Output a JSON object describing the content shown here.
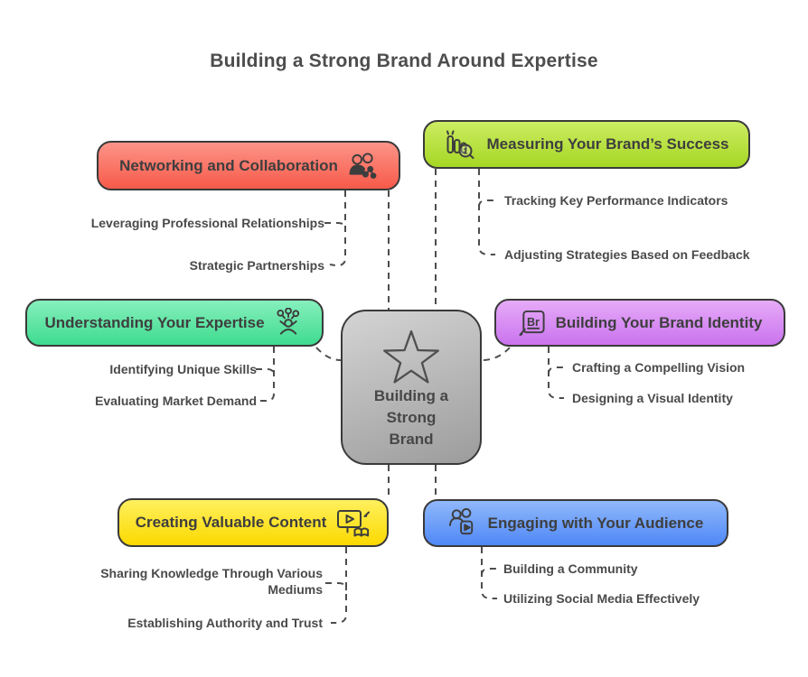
{
  "title": "Building a Strong Brand Around Expertise",
  "center": {
    "lines": [
      "Building a",
      "Strong",
      "Brand"
    ],
    "icon": "star-icon",
    "color": "#b8b8b8"
  },
  "colors": {
    "border": "#3a3a3a",
    "connector": "#4d4d4d",
    "text": "#3e3e3e"
  },
  "branches": [
    {
      "label": "Networking and Collaboration",
      "icon": "people-network-icon",
      "color": "#f87163",
      "children": [
        "Leveraging Professional Relationships",
        "Strategic Partnerships"
      ]
    },
    {
      "label": "Measuring Your Brand’s Success",
      "icon": "bar-chart-magnifier-icon",
      "icon_text": "1",
      "color": "#b9e23c",
      "children": [
        "Tracking Key Performance Indicators",
        "Adjusting Strategies Based on Feedback"
      ]
    },
    {
      "label": "Understanding Your Expertise",
      "icon": "juggling-skills-icon",
      "color": "#5ce5a3",
      "children": [
        "Identifying Unique Skills",
        "Evaluating Market Demand"
      ]
    },
    {
      "label": "Building Your Brand Identity",
      "icon": "brand-initials-icon",
      "icon_text": "Br",
      "color": "#d890f3",
      "children": [
        "Crafting a Compelling Vision",
        "Designing a Visual Identity"
      ]
    },
    {
      "label": "Creating Valuable Content",
      "icon": "media-content-icon",
      "color": "#fde42f",
      "children": [
        "Sharing Knowledge Through Various Mediums",
        "Establishing Authority and Trust"
      ]
    },
    {
      "label": "Engaging with Your Audience",
      "icon": "audience-media-icon",
      "color": "#6ea1f8",
      "children": [
        "Building a Community",
        "Utilizing Social Media Effectively"
      ]
    }
  ]
}
